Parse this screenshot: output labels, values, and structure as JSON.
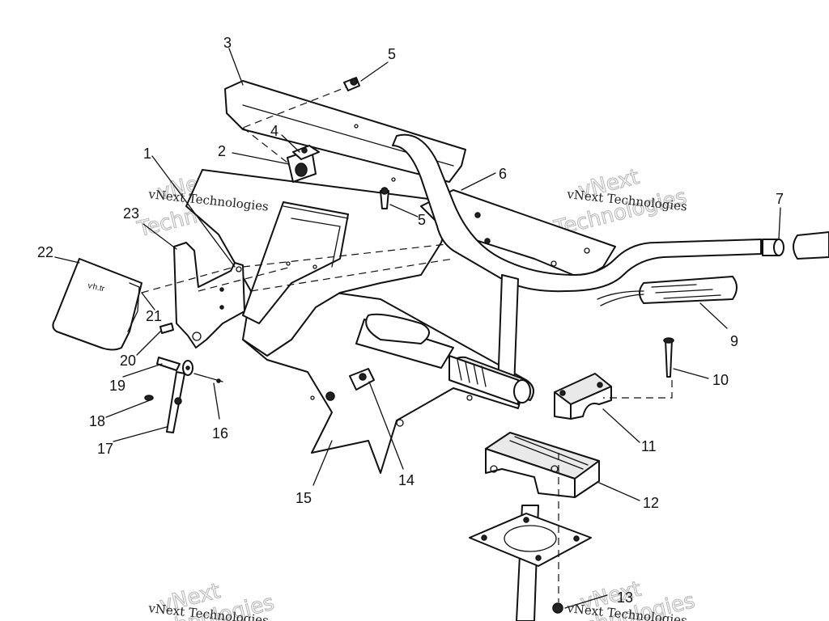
{
  "callouts": [
    "1",
    "2",
    "3",
    "4",
    "5",
    "5",
    "6",
    "7",
    "9",
    "10",
    "11",
    "12",
    "13",
    "14",
    "15",
    "16",
    "17",
    "18",
    "19",
    "20",
    "21",
    "22",
    "23"
  ],
  "watermark": {
    "line1": "vNext Technologies",
    "line2": "vNext",
    "line3": "Technologies"
  },
  "label_22_marking": "ѵh.tr"
}
